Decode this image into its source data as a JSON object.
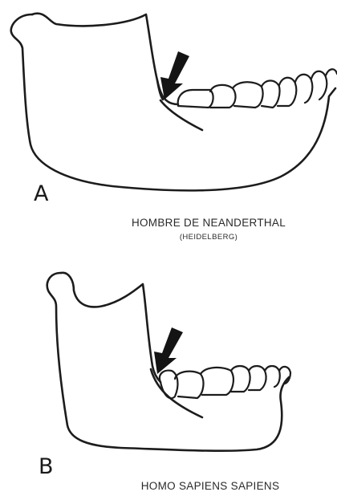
{
  "figure": {
    "panel_a": {
      "letter": "A",
      "caption": "HOMBRE DE NEANDERTHAL",
      "subcaption": "(HEIDELBERG)"
    },
    "panel_b": {
      "letter": "B",
      "caption": "HOMO SAPIENS SAPIENS"
    }
  },
  "style": {
    "stroke_color": "#1c1c1c",
    "arrow_color": "#141414"
  }
}
